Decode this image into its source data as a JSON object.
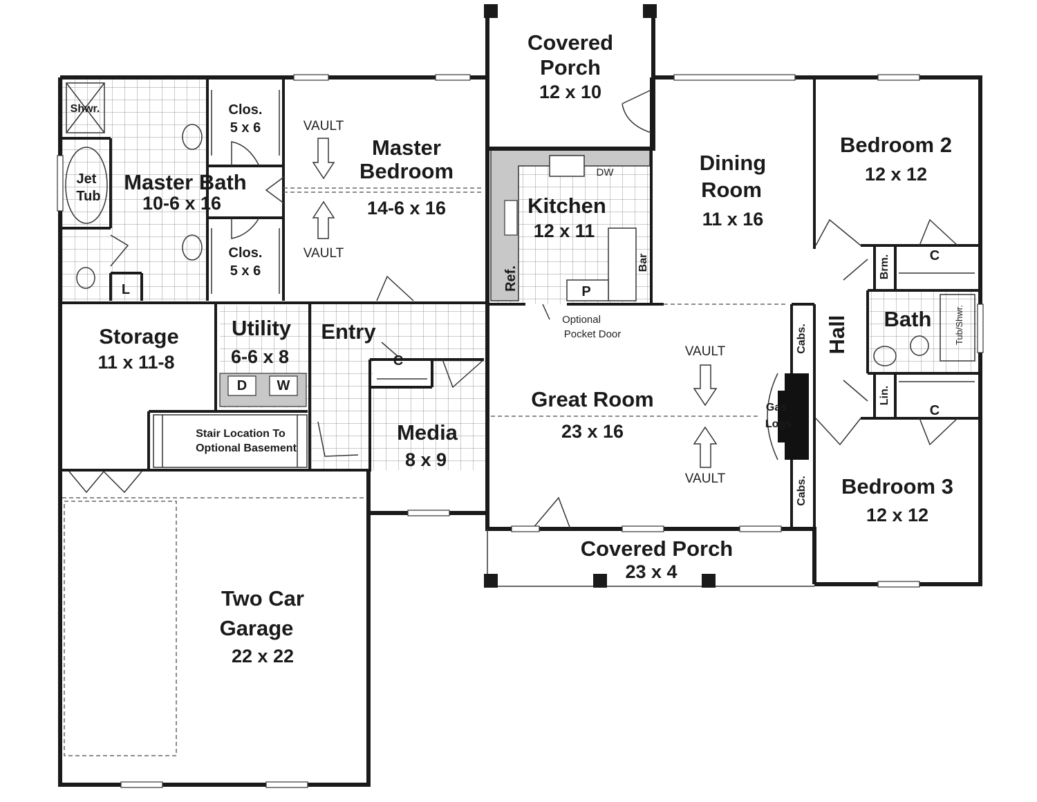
{
  "plan": {
    "rooms": {
      "covered_porch_top": {
        "name_l1": "Covered",
        "name_l2": "Porch",
        "dims": "12 x 10"
      },
      "master_bath": {
        "name": "Master Bath",
        "dims": "10-6 x 16"
      },
      "shower": {
        "name": "Shwr."
      },
      "jet_tub": {
        "name_l1": "Jet",
        "name_l2": "Tub"
      },
      "closet_1": {
        "name": "Clos.",
        "dims": "5 x 6"
      },
      "closet_2": {
        "name": "Clos.",
        "dims": "5 x 6"
      },
      "linen_l": {
        "name": "L"
      },
      "master_bedroom": {
        "name_l1": "Master",
        "name_l2": "Bedroom",
        "dims": "14-6 x 16"
      },
      "kitchen": {
        "name": "Kitchen",
        "dims": "12 x 11"
      },
      "dining_room": {
        "name_l1": "Dining",
        "name_l2": "Room",
        "dims": "11 x 16"
      },
      "bedroom_2": {
        "name": "Bedroom 2",
        "dims": "12 x 12"
      },
      "storage": {
        "name": "Storage",
        "dims": "11 x 11-8"
      },
      "utility": {
        "name": "Utility",
        "dims": "6-6 x 8"
      },
      "entry": {
        "name": "Entry"
      },
      "media": {
        "name": "Media",
        "dims": "8 x 9"
      },
      "great_room": {
        "name": "Great Room",
        "dims": "23 x 16"
      },
      "hall": {
        "name": "Hall"
      },
      "bath": {
        "name": "Bath"
      },
      "bedroom_3": {
        "name": "Bedroom 3",
        "dims": "12 x 12"
      },
      "covered_porch_bottom": {
        "name": "Covered Porch",
        "dims": "23 x 4"
      },
      "garage": {
        "name_l1": "Two Car",
        "name_l2": "Garage",
        "dims": "22 x 22"
      }
    },
    "fixtures": {
      "dw": "DW",
      "ref": "Ref.",
      "pantry": "P",
      "bar": "Bar",
      "dryer": "D",
      "washer": "W",
      "broom": "Brm.",
      "linen": "Lin.",
      "tub_shower": "Tub/Shwr.",
      "cabs_top": "Cabs.",
      "cabs_bottom": "Cabs.",
      "gas_logs_l1": "Gas",
      "gas_logs_l2": "Logs",
      "closet_entry": "C",
      "closet_bed2": "C",
      "closet_bed3": "C"
    },
    "notes": {
      "vault_master_top": "VAULT",
      "vault_master_bottom": "VAULT",
      "vault_great_top": "VAULT",
      "vault_great_bottom": "VAULT",
      "pocket_door_l1": "Optional",
      "pocket_door_l2": "Pocket Door",
      "stair_l1": "Stair Location To",
      "stair_l2": "Optional Basement"
    }
  }
}
